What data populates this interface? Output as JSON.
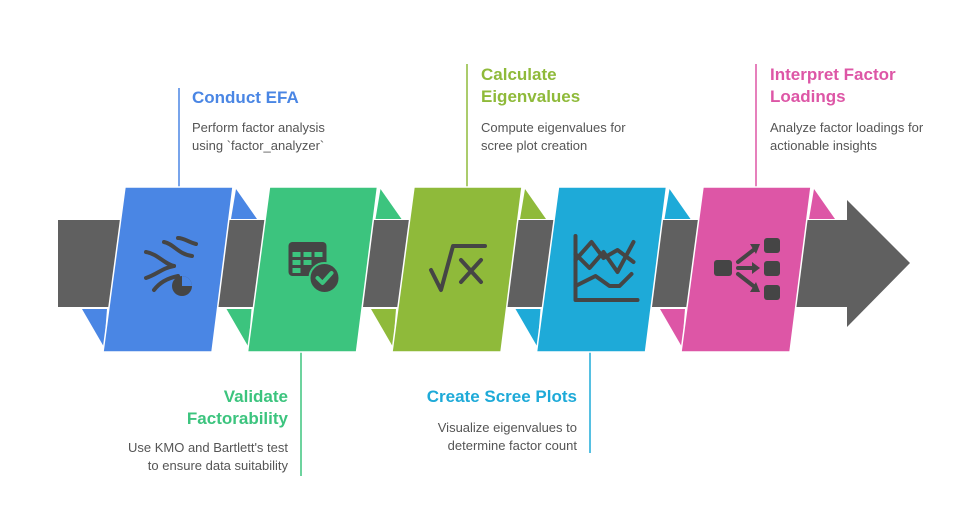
{
  "colors": {
    "bar": "#606060",
    "step1": "#4a86e4",
    "step2": "#3cc47e",
    "step3": "#8fba3a",
    "step4": "#1eaad8",
    "step5": "#dd56a6",
    "icon": "#454545"
  },
  "steps": [
    {
      "title": "Conduct EFA",
      "desc1": "Perform factor analysis",
      "desc2": "using `factor_analyzer`",
      "icon": "data-flow-pie-icon"
    },
    {
      "title1": "Validate",
      "title2": "Factorability",
      "desc1": "Use KMO and Bartlett's test",
      "desc2": "to ensure data suitability",
      "icon": "table-check-icon"
    },
    {
      "title1": "Calculate",
      "title2": "Eigenvalues",
      "desc1": "Compute eigenvalues for",
      "desc2": "scree plot creation",
      "icon": "square-root-icon"
    },
    {
      "title": "Create Scree Plots",
      "desc1": "Visualize eigenvalues to",
      "desc2": "determine factor count",
      "icon": "line-chart-icon"
    },
    {
      "title1": "Interpret Factor",
      "title2": "Loadings",
      "desc1": "Analyze factor loadings for",
      "desc2": "actionable insights",
      "icon": "hierarchy-arrows-icon"
    }
  ]
}
